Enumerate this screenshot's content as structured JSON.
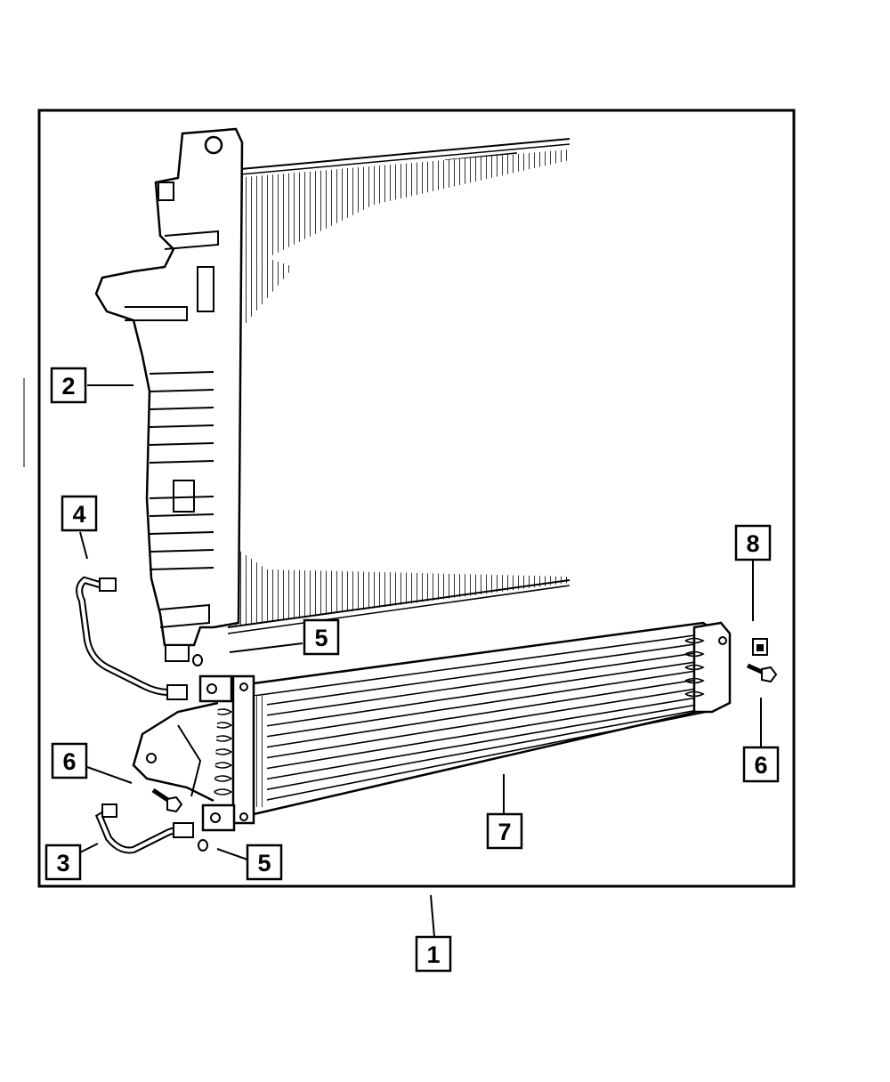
{
  "diagram": {
    "callouts": [
      {
        "id": "c1",
        "text": "1",
        "desc": "Oil cooler assembly (kit)"
      },
      {
        "id": "c2",
        "text": "2",
        "desc": "Radiator tank side"
      },
      {
        "id": "c3",
        "text": "3",
        "desc": "Lower cooler line"
      },
      {
        "id": "c4",
        "text": "4",
        "desc": "Upper cooler line"
      },
      {
        "id": "c5a",
        "text": "5",
        "desc": "O-ring upper"
      },
      {
        "id": "c5b",
        "text": "5",
        "desc": "O-ring lower"
      },
      {
        "id": "c6a",
        "text": "6",
        "desc": "Bolt left"
      },
      {
        "id": "c6b",
        "text": "6",
        "desc": "Bolt right"
      },
      {
        "id": "c7",
        "text": "7",
        "desc": "Transmission oil cooler"
      },
      {
        "id": "c8",
        "text": "8",
        "desc": "Clip nut"
      }
    ]
  }
}
